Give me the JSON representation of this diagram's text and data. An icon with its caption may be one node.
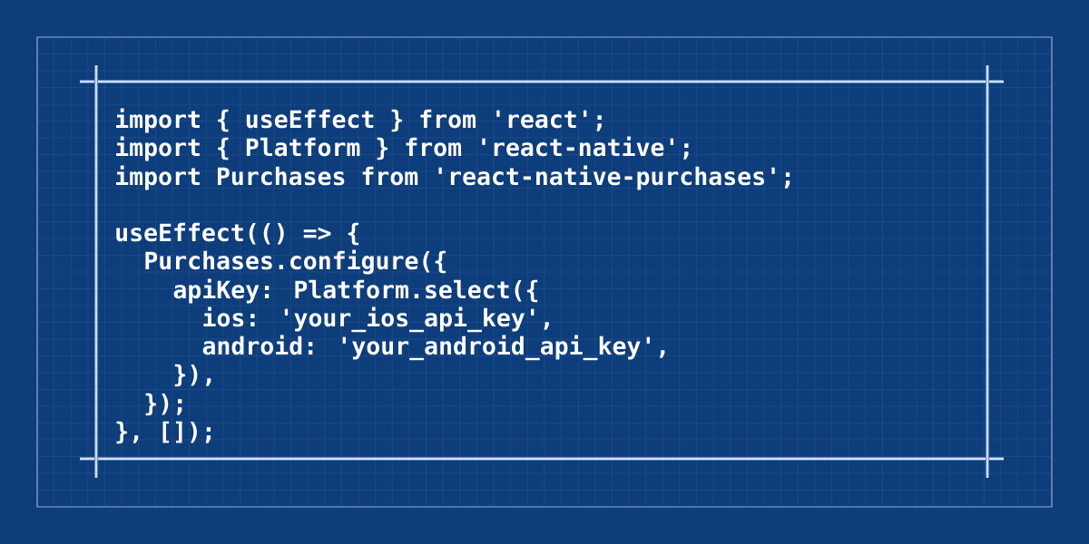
{
  "diagram": {
    "labels": [
      "import { useEffect } from 'react';",
      "import { Platform } from 'react-native';",
      "import Purchases from 'react-native-purchases';",
      "useEffect(() => {",
      "Purchases.configure({",
      "apiKey: Platform.select({",
      "ios: 'your_ios_api_key',",
      "android: 'your_android_api_key',",
      "}),",
      "});",
      "}, []);"
    ]
  }
}
